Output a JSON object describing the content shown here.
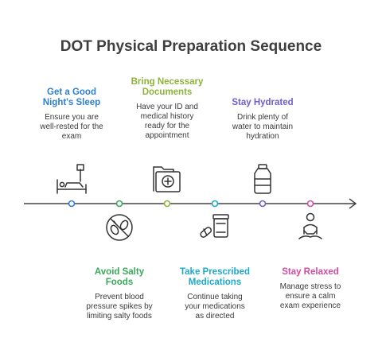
{
  "title": "DOT Physical Preparation Sequence",
  "colors": {
    "line": "#444444",
    "sleep": "#2f7fd0",
    "salty": "#3aa85a",
    "documents": "#8db33a",
    "medications": "#1fa9c9",
    "hydrated": "#6f5fc9",
    "relaxed": "#d04ca2"
  },
  "steps": [
    {
      "key": "sleep",
      "title_lines": [
        "Get a Good",
        "Night's Sleep"
      ],
      "desc_lines": [
        "Ensure you are",
        "well-rested for the",
        "exam"
      ],
      "icon": "bed-icon"
    },
    {
      "key": "salty",
      "title_lines": [
        "Avoid Salty",
        "Foods"
      ],
      "desc_lines": [
        "Prevent blood",
        "pressure spikes by",
        "limiting salty foods"
      ],
      "icon": "no-food-icon"
    },
    {
      "key": "documents",
      "title_lines": [
        "Bring Necessary",
        "Documents"
      ],
      "desc_lines": [
        "Have your ID and",
        "medical history",
        "ready for the",
        "appointment"
      ],
      "icon": "medical-folder-icon"
    },
    {
      "key": "medications",
      "title_lines": [
        "Take Prescribed",
        "Medications"
      ],
      "desc_lines": [
        "Continue taking",
        "your medications",
        "as directed"
      ],
      "icon": "pills-icon"
    },
    {
      "key": "hydrated",
      "title_lines": [
        "Stay Hydrated"
      ],
      "desc_lines": [
        "Drink plenty of",
        "water to maintain",
        "hydration"
      ],
      "icon": "water-bottle-icon"
    },
    {
      "key": "relaxed",
      "title_lines": [
        "Stay Relaxed"
      ],
      "desc_lines": [
        "Manage stress to",
        "ensure a calm",
        "exam experience"
      ],
      "icon": "meditation-icon"
    }
  ]
}
